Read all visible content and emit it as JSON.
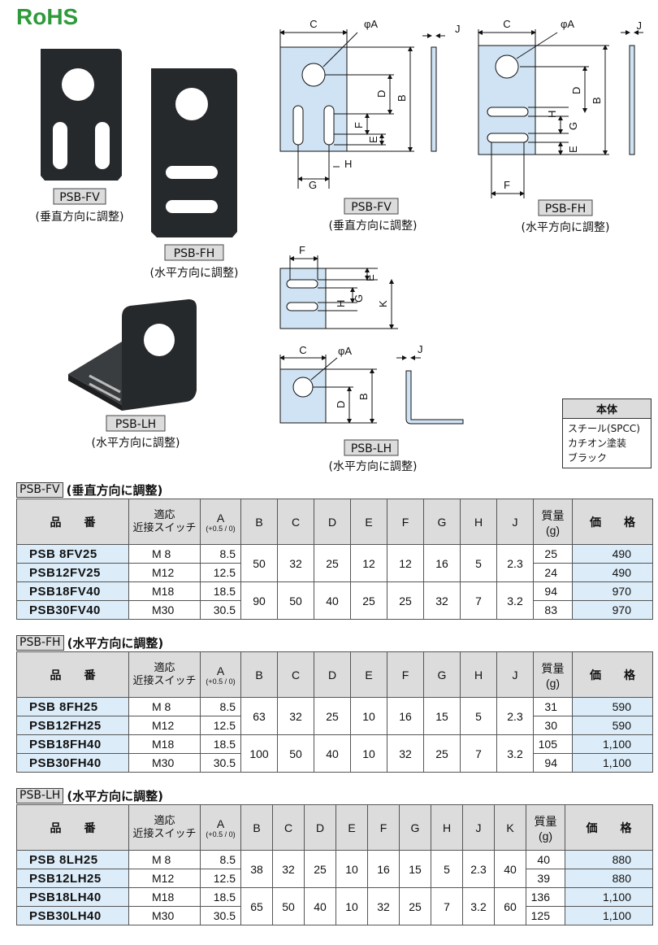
{
  "logo": {
    "text": "RoHS",
    "color": "#2e9a3a"
  },
  "colors": {
    "part_black": "#26292c",
    "drawing_fill": "#cfe3f4",
    "table_header": "#dcdcdc",
    "table_highlight": "#dcecf8"
  },
  "photos": {
    "fv": {
      "code": "PSB-FV",
      "caption": "(垂直方向に調整)"
    },
    "fh": {
      "code": "PSB-FH",
      "caption": "(水平方向に調整)"
    },
    "lh": {
      "code": "PSB-LH",
      "caption": "(水平方向に調整)"
    }
  },
  "drawings": {
    "fv": {
      "code": "PSB-FV",
      "caption": "(垂直方向に調整)",
      "dims": {
        "c": "C",
        "phi": "φA",
        "j": "J",
        "d": "D",
        "b": "B",
        "f": "F",
        "e": "E",
        "g": "G",
        "h": "H"
      }
    },
    "fh": {
      "code": "PSB-FH",
      "caption": "(水平方向に調整)",
      "dims": {
        "c": "C",
        "phi": "φA",
        "j": "J",
        "d": "D",
        "b": "B",
        "h": "H",
        "g": "G",
        "e": "E",
        "f": "F"
      }
    },
    "lh_top": {
      "dims": {
        "f": "F",
        "e": "E",
        "h": "H",
        "g": "G",
        "k": "K"
      }
    },
    "lh": {
      "code": "PSB-LH",
      "caption": "(水平方向に調整)",
      "dims": {
        "c": "C",
        "phi": "φA",
        "j": "J",
        "d": "D",
        "b": "B"
      }
    }
  },
  "material": {
    "header": "本体",
    "lines": [
      "スチール(SPCC)",
      "カチオン塗装",
      "ブラック"
    ]
  },
  "sections": [
    {
      "code": "PSB-FV",
      "title": "(垂直方向に調整)",
      "headers": {
        "model": "品　　番",
        "switch1": "適応",
        "switch2": "近接スイッチ",
        "a": "A",
        "tol": "(+0.5 / 0)",
        "cols": [
          "B",
          "C",
          "D",
          "E",
          "F",
          "G",
          "H",
          "J"
        ],
        "mass1": "質量",
        "mass2": "(g)",
        "price": "価　　格"
      },
      "groups": [
        {
          "dims": [
            "50",
            "32",
            "25",
            "12",
            "12",
            "16",
            "5",
            "2.3"
          ],
          "rows": [
            {
              "model": "PSB  8FV25",
              "sw": "M 8",
              "a": "8.5",
              "w": "25",
              "price": "490"
            },
            {
              "model": "PSB12FV25",
              "sw": "M12",
              "a": "12.5",
              "w": "24",
              "price": "490"
            }
          ]
        },
        {
          "dims": [
            "90",
            "50",
            "40",
            "25",
            "25",
            "32",
            "7",
            "3.2"
          ],
          "rows": [
            {
              "model": "PSB18FV40",
              "sw": "M18",
              "a": "18.5",
              "w": "94",
              "price": "970"
            },
            {
              "model": "PSB30FV40",
              "sw": "M30",
              "a": "30.5",
              "w": "83",
              "price": "970"
            }
          ]
        }
      ]
    },
    {
      "code": "PSB-FH",
      "title": "(水平方向に調整)",
      "headers": {
        "model": "品　　番",
        "switch1": "適応",
        "switch2": "近接スイッチ",
        "a": "A",
        "tol": "(+0.5 / 0)",
        "cols": [
          "B",
          "C",
          "D",
          "E",
          "F",
          "G",
          "H",
          "J"
        ],
        "mass1": "質量",
        "mass2": "(g)",
        "price": "価　　格"
      },
      "groups": [
        {
          "dims": [
            "63",
            "32",
            "25",
            "10",
            "16",
            "15",
            "5",
            "2.3"
          ],
          "rows": [
            {
              "model": "PSB  8FH25",
              "sw": "M 8",
              "a": "8.5",
              "w": "31",
              "price": "590"
            },
            {
              "model": "PSB12FH25",
              "sw": "M12",
              "a": "12.5",
              "w": "30",
              "price": "590"
            }
          ]
        },
        {
          "dims": [
            "100",
            "50",
            "40",
            "10",
            "32",
            "25",
            "7",
            "3.2"
          ],
          "rows": [
            {
              "model": "PSB18FH40",
              "sw": "M18",
              "a": "18.5",
              "w": "105",
              "price": "1,100"
            },
            {
              "model": "PSB30FH40",
              "sw": "M30",
              "a": "30.5",
              "w": "94",
              "price": "1,100"
            }
          ]
        }
      ]
    },
    {
      "code": "PSB-LH",
      "title": "(水平方向に調整)",
      "headers": {
        "model": "品　　番",
        "switch1": "適応",
        "switch2": "近接スイッチ",
        "a": "A",
        "tol": "(+0.5 / 0)",
        "cols": [
          "B",
          "C",
          "D",
          "E",
          "F",
          "G",
          "H",
          "J",
          "K"
        ],
        "mass1": "質量",
        "mass2": "(g)",
        "price": "価　　格"
      },
      "groups": [
        {
          "dims": [
            "38",
            "32",
            "25",
            "10",
            "16",
            "15",
            "5",
            "2.3",
            "40"
          ],
          "rows": [
            {
              "model": "PSB  8LH25",
              "sw": "M 8",
              "a": "8.5",
              "w": "40",
              "price": "880"
            },
            {
              "model": "PSB12LH25",
              "sw": "M12",
              "a": "12.5",
              "w": "39",
              "price": "880"
            }
          ]
        },
        {
          "dims": [
            "65",
            "50",
            "40",
            "10",
            "32",
            "25",
            "7",
            "3.2",
            "60"
          ],
          "rows": [
            {
              "model": "PSB18LH40",
              "sw": "M18",
              "a": "18.5",
              "w": "136",
              "price": "1,100"
            },
            {
              "model": "PSB30LH40",
              "sw": "M30",
              "a": "30.5",
              "w": "125",
              "price": "1,100"
            }
          ]
        }
      ]
    }
  ]
}
